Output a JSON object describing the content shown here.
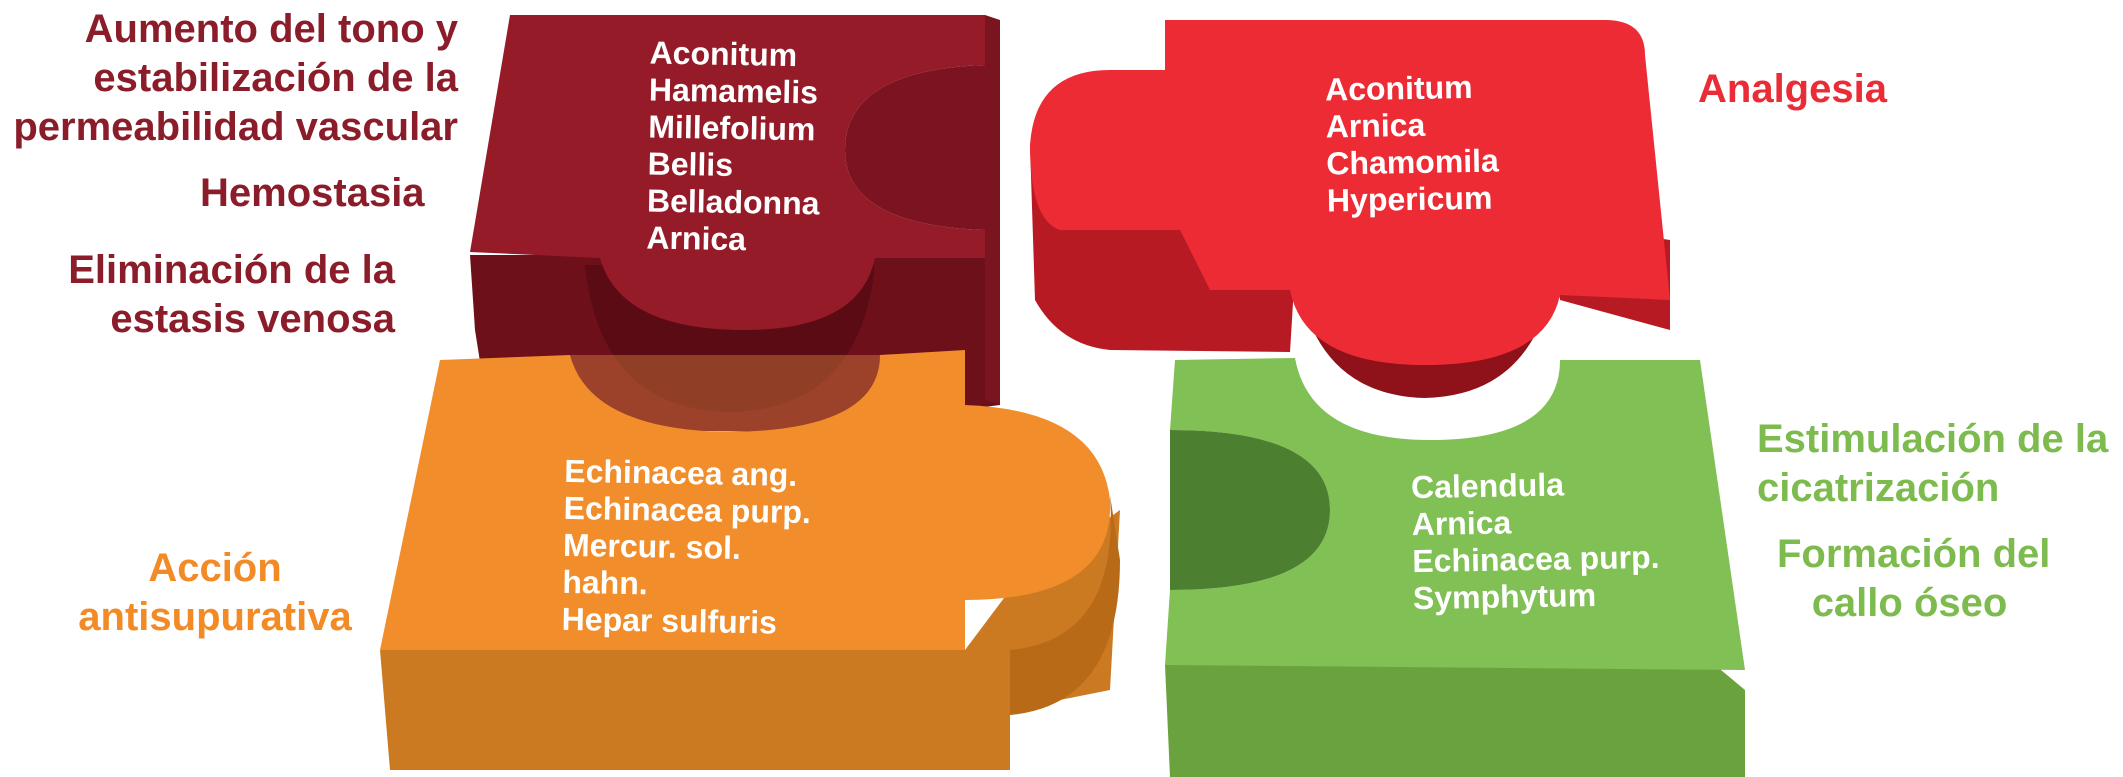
{
  "colors": {
    "dark_red": "#8b1d2a",
    "red": "#ea2c36",
    "orange": "#f28a26",
    "green": "#7dbb4f"
  },
  "pieces": {
    "top_left": {
      "items": [
        "Aconitum",
        "Hamamelis",
        "Millefolium",
        "Bellis",
        "Belladonna",
        "Arnica"
      ]
    },
    "top_right": {
      "items": [
        "Aconitum",
        "Arnica",
        "Chamomila",
        "Hypericum"
      ]
    },
    "bottom_left": {
      "items": [
        "Echinacea ang.",
        "Echinacea purp.",
        "Mercur. sol.",
        "hahn.",
        "Hepar sulfuris"
      ]
    },
    "bottom_right": {
      "items": [
        "Calendula",
        "Arnica",
        "Echinacea purp.",
        "Symphytum"
      ]
    }
  },
  "labels": {
    "tone": [
      "Aumento del tono y",
      "estabilización de la",
      "permeabilidad vascular"
    ],
    "hemostasis": "Hemostasia",
    "stasis": [
      "Eliminación de la",
      "estasis venosa"
    ],
    "analgesia": "Analgesia",
    "antisuppurative": [
      "Acción",
      "antisupurativa"
    ],
    "healing": [
      "Estimulación de la",
      "cicatrización"
    ],
    "callus": [
      "Formación del",
      "callo óseo"
    ]
  }
}
